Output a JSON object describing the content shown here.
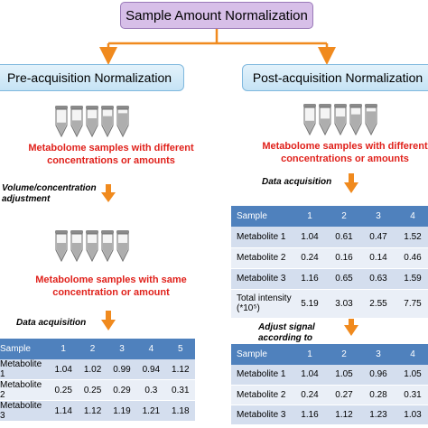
{
  "title": "Sample Amount Normalization",
  "left": {
    "heading": "Pre-acquisition Normalization",
    "text1": "Metabolome samples with different concentrations or amounts",
    "step1": "Volume/concentration adjustment",
    "text2": "Metabolome samples with same concentration or amount",
    "step2": "Data acquisition",
    "table": {
      "headers": [
        "Sample",
        "1",
        "2",
        "3",
        "4",
        "5"
      ],
      "rows": [
        [
          "Metabolite 1",
          "1.04",
          "1.02",
          "0.99",
          "0.94",
          "1.12"
        ],
        [
          "Metabolite 2",
          "0.25",
          "0.25",
          "0.29",
          "0.3",
          "0.31"
        ],
        [
          "Metabolite 3",
          "1.14",
          "1.12",
          "1.19",
          "1.21",
          "1.18"
        ]
      ]
    }
  },
  "right": {
    "heading": "Post-acquisition Normalization",
    "text1": "Metabolome samples with different concentrations or amounts",
    "step1": "Data acquisition",
    "table1": {
      "headers": [
        "Sample",
        "1",
        "2",
        "3",
        "4"
      ],
      "rows": [
        [
          "Metabolite 1",
          "1.04",
          "0.61",
          "0.47",
          "1.52"
        ],
        [
          "Metabolite 2",
          "0.24",
          "0.16",
          "0.14",
          "0.46"
        ],
        [
          "Metabolite 3",
          "1.16",
          "0.65",
          "0.63",
          "1.59"
        ]
      ],
      "total_label": "Total intensity (*10⁵)",
      "total_values": [
        "5.19",
        "3.03",
        "2.55",
        "7.75"
      ]
    },
    "step2": "Adjust signal according to acquired data",
    "table2": {
      "headers": [
        "Sample",
        "1",
        "2",
        "3",
        "4"
      ],
      "rows": [
        [
          "Metabolite 1",
          "1.04",
          "1.05",
          "0.96",
          "1.05"
        ],
        [
          "Metabolite 2",
          "0.24",
          "0.27",
          "0.28",
          "0.31"
        ],
        [
          "Metabolite 3",
          "1.16",
          "1.12",
          "1.23",
          "1.03"
        ]
      ]
    }
  },
  "colors": {
    "title_fill": "#d7bfe8",
    "heading_fill": "#c5e3f5",
    "arrow": "#f08a1e",
    "highlight_text": "#e0211b",
    "table_header": "#4f81bd"
  },
  "icons": [
    "eppendorf-tube-icon",
    "down-arrow-icon"
  ]
}
